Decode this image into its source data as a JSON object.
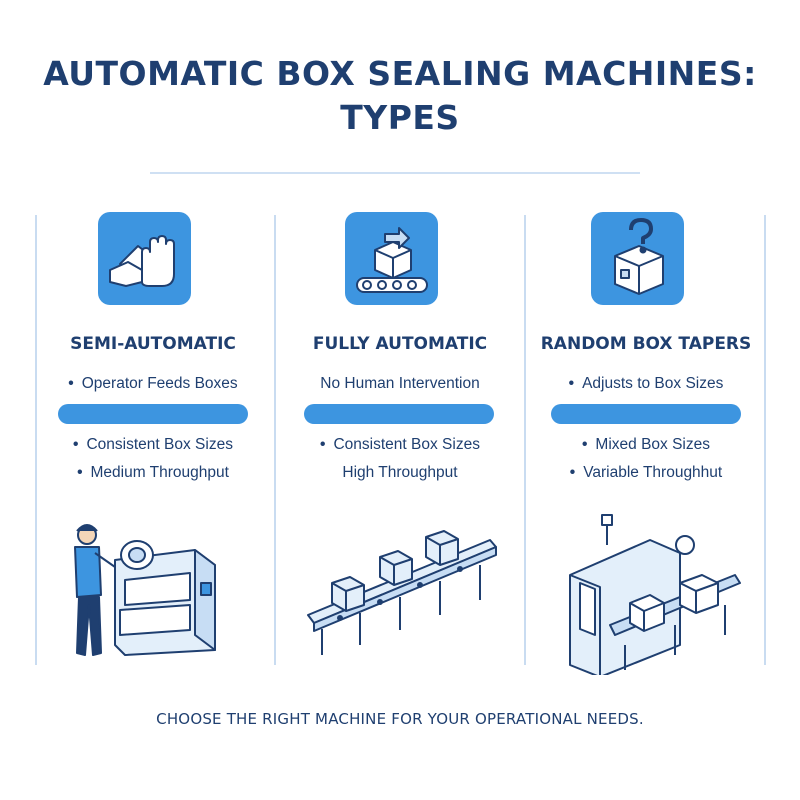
{
  "title_line1": "AUTOMATIC BOX SEALING MACHINES:",
  "title_line2": "TYPES",
  "columns": [
    {
      "heading": "SEMI-AUTOMATIC",
      "icon": "hand-icon",
      "features": [
        "Operator Feeds Boxes",
        "Consistent Box Sizes",
        "Medium Throughput"
      ],
      "illustration": "operator-machine-illustration"
    },
    {
      "heading": "FULLY AUTOMATIC",
      "icon": "conveyor-box-icon",
      "features": [
        "No Human Intervention",
        "Consistent Box Sizes",
        "High Throughput"
      ],
      "illustration": "conveyor-illustration"
    },
    {
      "heading": "RANDOM BOX TAPERS",
      "icon": "question-box-icon",
      "features": [
        "Adjusts to Box Sizes",
        "Mixed Box Sizes",
        "Variable Throughhut"
      ],
      "illustration": "random-taper-illustration"
    }
  ],
  "footer": "CHOOSE THE RIGHT MACHINE FOR YOUR OPERATIONAL NEEDS.",
  "colors": {
    "accent": "#3d95e0",
    "navy": "#1f3f70",
    "divider": "#c9dcf1"
  }
}
